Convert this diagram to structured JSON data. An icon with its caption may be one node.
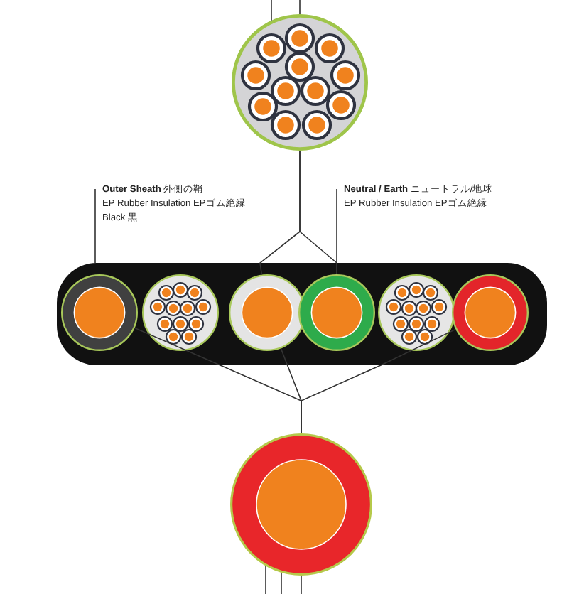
{
  "diagram": {
    "nodes": [
      {
        "text": [],
        "shape": "circle"
      },
      {
        "text": [],
        "shape": "bar"
      },
      {
        "text": [],
        "shape": "circle",
        "in": 1
      },
      {
        "text": [],
        "shape": "circle",
        "in": 1
      },
      {
        "text": [],
        "shape": "circle",
        "in": 1
      },
      {
        "text": [],
        "shape": "circle",
        "in": 1
      },
      {
        "text": [],
        "shape": "circle",
        "in": 1
      },
      {
        "text": [],
        "shape": "circle",
        "in": 1
      },
      {
        "text": [],
        "shape": "circle"
      },
      {
        "text": [
          "**Outer Sheath** 外側の鞘",
          "EP Rubber Insulation EPゴム絶縁",
          "Black 黒"
        ]
      },
      {
        "text": [
          "**Neutral / Earth** ニュートラル/地球",
          "EP Rubber Insulation EPゴム絶縁"
        ]
      }
    ],
    "edges": [
      {
        "from": 0,
        "to": 4,
        "arrow": "none"
      },
      {
        "from": 0,
        "to": 5,
        "arrow": "none"
      },
      {
        "from": 9,
        "to": 1,
        "arrow": "none"
      },
      {
        "from": 10,
        "to": 5,
        "arrow": "none"
      },
      {
        "from": 2,
        "to": 8,
        "arrow": "none"
      },
      {
        "from": 4,
        "to": 8,
        "arrow": "none"
      },
      {
        "from": 7,
        "to": 8,
        "arrow": "none"
      },
      {
        "from": 0,
        "to": null,
        "arrow": "none"
      },
      {
        "from": 0,
        "to": null,
        "arrow": "none"
      },
      {
        "from": 8,
        "to": null,
        "arrow": "none"
      },
      {
        "from": 8,
        "to": null,
        "arrow": "none"
      },
      {
        "from": 8,
        "to": null,
        "arrow": "none"
      }
    ]
  }
}
